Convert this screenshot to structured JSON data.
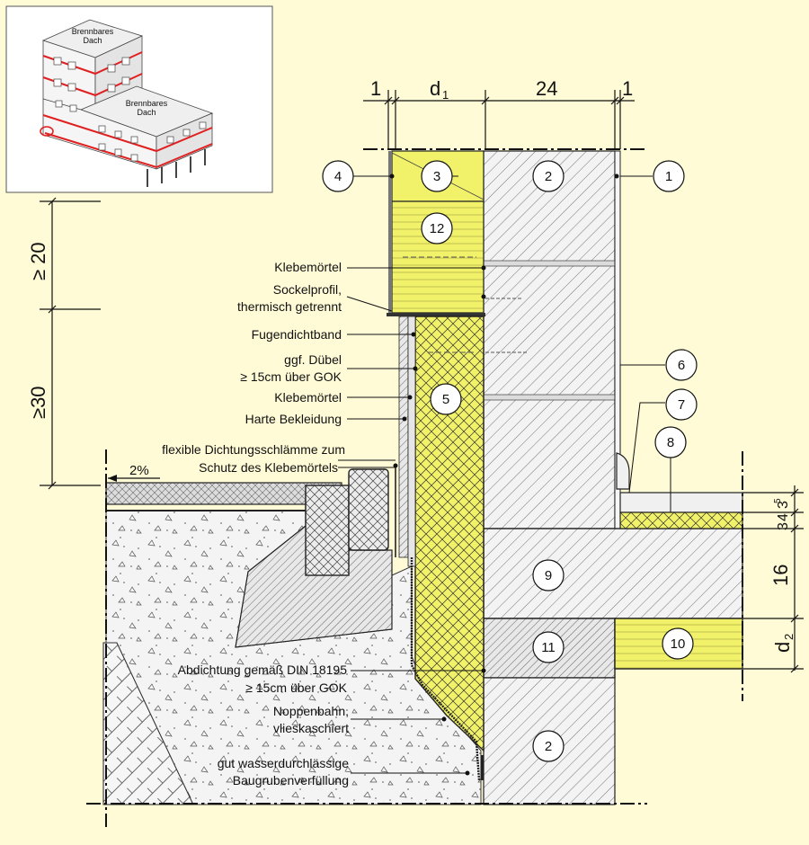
{
  "inset": {
    "roof_label_1": [
      "Brennbares",
      "Dach"
    ],
    "roof_label_2": [
      "Brennbares",
      "Dach"
    ]
  },
  "dimensions": {
    "top_1_left": "1",
    "top_d1": "d",
    "top_d1_sub": "1",
    "top_24": "24",
    "top_1_right": "1",
    "left_ge20": "≥ 20",
    "left_ge30": "≥30",
    "right_3": "3",
    "right_4_5": "4",
    "right_4_5_sup": "5",
    "right_3b": "3",
    "right_4b": "4",
    "right_16": "16",
    "right_d2": "d",
    "right_d2_sub": "2",
    "slope": "2%"
  },
  "markers": [
    "1",
    "2",
    "3",
    "4",
    "5",
    "6",
    "7",
    "8",
    "9",
    "10",
    "11",
    "12",
    "2"
  ],
  "annotations": {
    "klebemoertel_1": "Klebemörtel",
    "sockelprofil_1": "Sockelprofil,",
    "sockelprofil_2": "thermisch getrennt",
    "fugendichtband": "Fugendichtband",
    "duebel_1": "ggf. Dübel",
    "duebel_2": "≥ 15cm über GOK",
    "klebemoertel_2": "Klebemörtel",
    "harte_bekleidung": "Harte Bekleidung",
    "dichtungsschlaemme_1": "flexible Dichtungsschlämme zum",
    "dichtungsschlaemme_2": "Schutz des Klebemörtels",
    "abdichtung_1": "Abdichtung gemäß DIN 18195",
    "abdichtung_2": "≥ 15cm über GOK",
    "noppenbahn_1": "Noppenbahn,",
    "noppenbahn_2": "vlieskaschiert",
    "verfuellung_1": "gut wasserdurchlässige",
    "verfuellung_2": "Baugrubenverfüllung"
  },
  "colors": {
    "background": "#fffbd6",
    "insulation": "#f1f26a",
    "insulation_dark": "#e9e44f",
    "concrete": "#e6e6e6",
    "masonry": "#f2f2f2",
    "ink": "#111111",
    "fire_red": "#e02020"
  }
}
